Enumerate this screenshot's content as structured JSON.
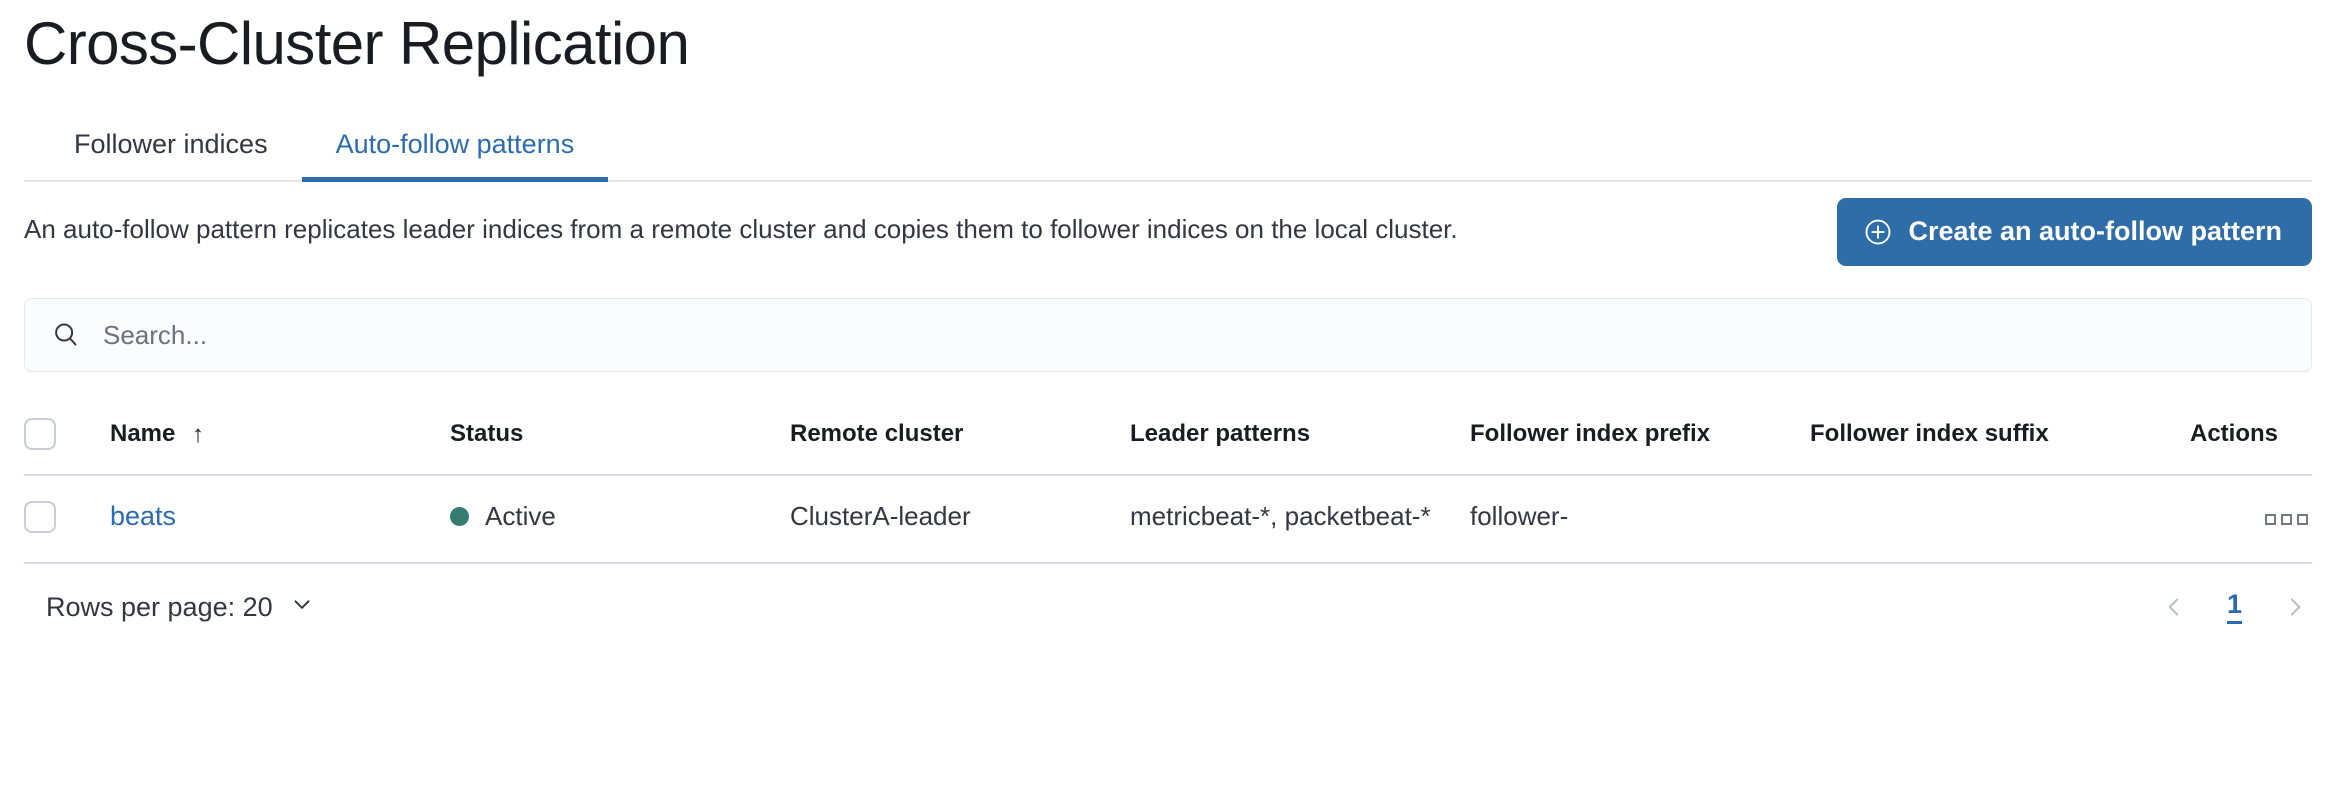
{
  "page": {
    "title": "Cross-Cluster Replication"
  },
  "tabs": [
    {
      "label": "Follower indices",
      "active": false
    },
    {
      "label": "Auto-follow patterns",
      "active": true
    }
  ],
  "description": {
    "text": "An auto-follow pattern replicates leader indices from a remote cluster and copies them to follower indices on the local cluster."
  },
  "create_button": {
    "label": "Create an auto-follow pattern",
    "icon": "plus-in-circle-icon",
    "color": "#2e6da8"
  },
  "search": {
    "placeholder": "Search...",
    "value": "",
    "icon": "search-icon"
  },
  "table": {
    "columns": [
      "Name",
      "Status",
      "Remote cluster",
      "Leader patterns",
      "Follower index prefix",
      "Follower index suffix",
      "Actions"
    ],
    "sort": {
      "column": "Name",
      "direction": "ascending",
      "glyph": "↑"
    },
    "rows": [
      {
        "name": "beats",
        "status": "Active",
        "status_color": "#357b6f",
        "remote_cluster": "ClusterA-leader",
        "leader_patterns": "metricbeat-*, packetbeat-*",
        "follower_index_prefix": "follower-",
        "follower_index_suffix": "",
        "actions_icon": "more-actions-icon"
      }
    ]
  },
  "footer": {
    "rows_per_page_label": "Rows per page: 20",
    "rows_per_page_value": "20",
    "pagination": {
      "prev_icon": "chevron-left-icon",
      "next_icon": "chevron-right-icon",
      "current_page": "1"
    }
  },
  "colors": {
    "accent_blue": "#2b6cb0",
    "status_green": "#357b6f",
    "border": "#d8dce8"
  }
}
